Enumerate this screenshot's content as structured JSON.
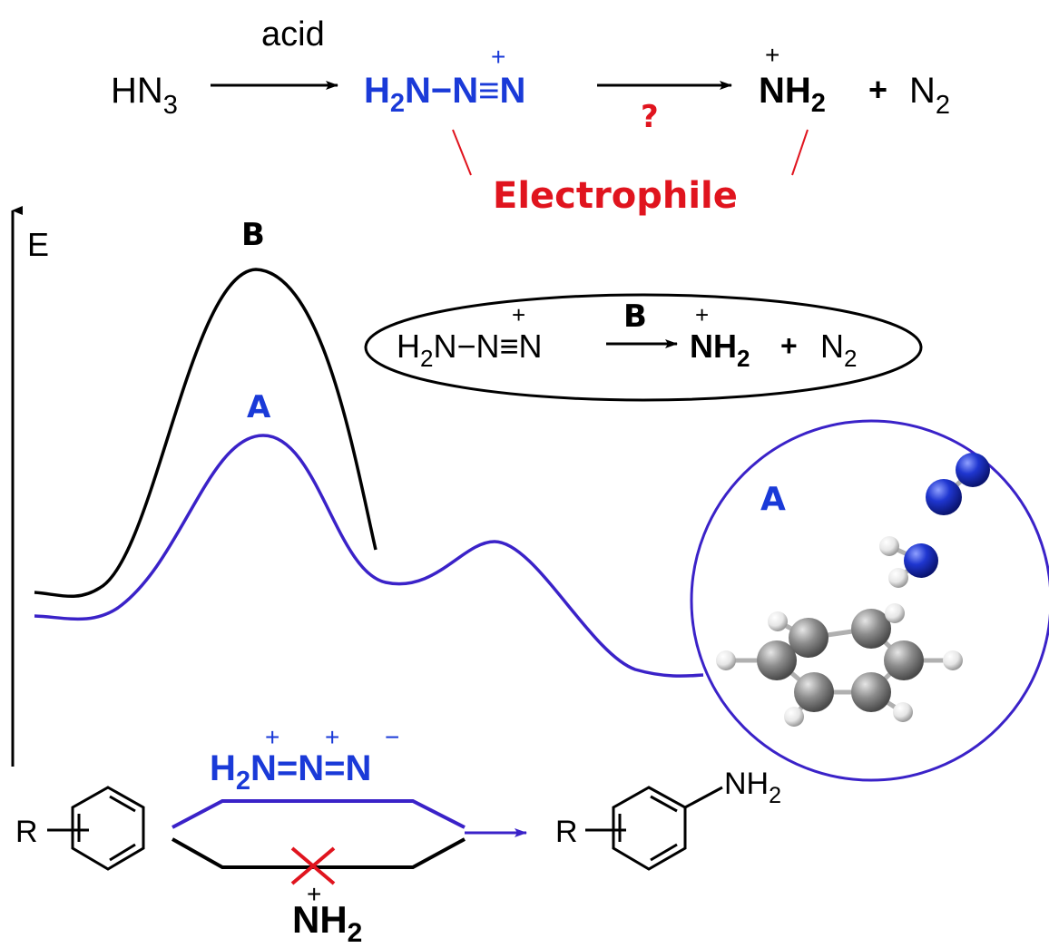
{
  "colors": {
    "blue": "#1a3ad8",
    "curve_blue": "#3a22c8",
    "red": "#e0141e",
    "black": "#000000",
    "atom_n": "#1428b4",
    "atom_c": "#8c8c8c",
    "atom_h": "#e6e6e6"
  },
  "top_scheme": {
    "reactant": "HN",
    "reactant_sub": "3",
    "arrow1_label": "acid",
    "intermediate_h": "H",
    "intermediate_sub": "2",
    "intermediate_rest": "N−N≡N",
    "intermediate_charge": "+",
    "arrow2_label": "?",
    "product_nh": "NH",
    "product_sub": "2",
    "product_charge": "+",
    "plus": "+",
    "byproduct": "N",
    "byproduct_sub": "2",
    "electrophile_label": "Electrophile"
  },
  "energy_diagram": {
    "axis_label": "E",
    "curve_b_label": "B",
    "curve_a_label": "A"
  },
  "ellipse_reaction": {
    "reactant_h": "H",
    "reactant_sub": "2",
    "reactant_rest": "N−N≡N",
    "reactant_charge": "+",
    "arrow_label": "B",
    "product_nh": "NH",
    "product_sub": "2",
    "product_charge": "+",
    "plus": "+",
    "byproduct": "N",
    "byproduct_sub": "2"
  },
  "inset": {
    "label": "A"
  },
  "bottom_scheme": {
    "r_label_left": "R",
    "azide_h": "H",
    "azide_sub": "2",
    "azide_rest": "N=N=N",
    "charge_plus_1": "+",
    "charge_plus_2": "+",
    "charge_minus": "−",
    "nitrenium": "NH",
    "nitrenium_sub": "2",
    "nitrenium_charge": "+",
    "r_label_right": "R",
    "product_group": "NH",
    "product_group_sub": "2"
  }
}
